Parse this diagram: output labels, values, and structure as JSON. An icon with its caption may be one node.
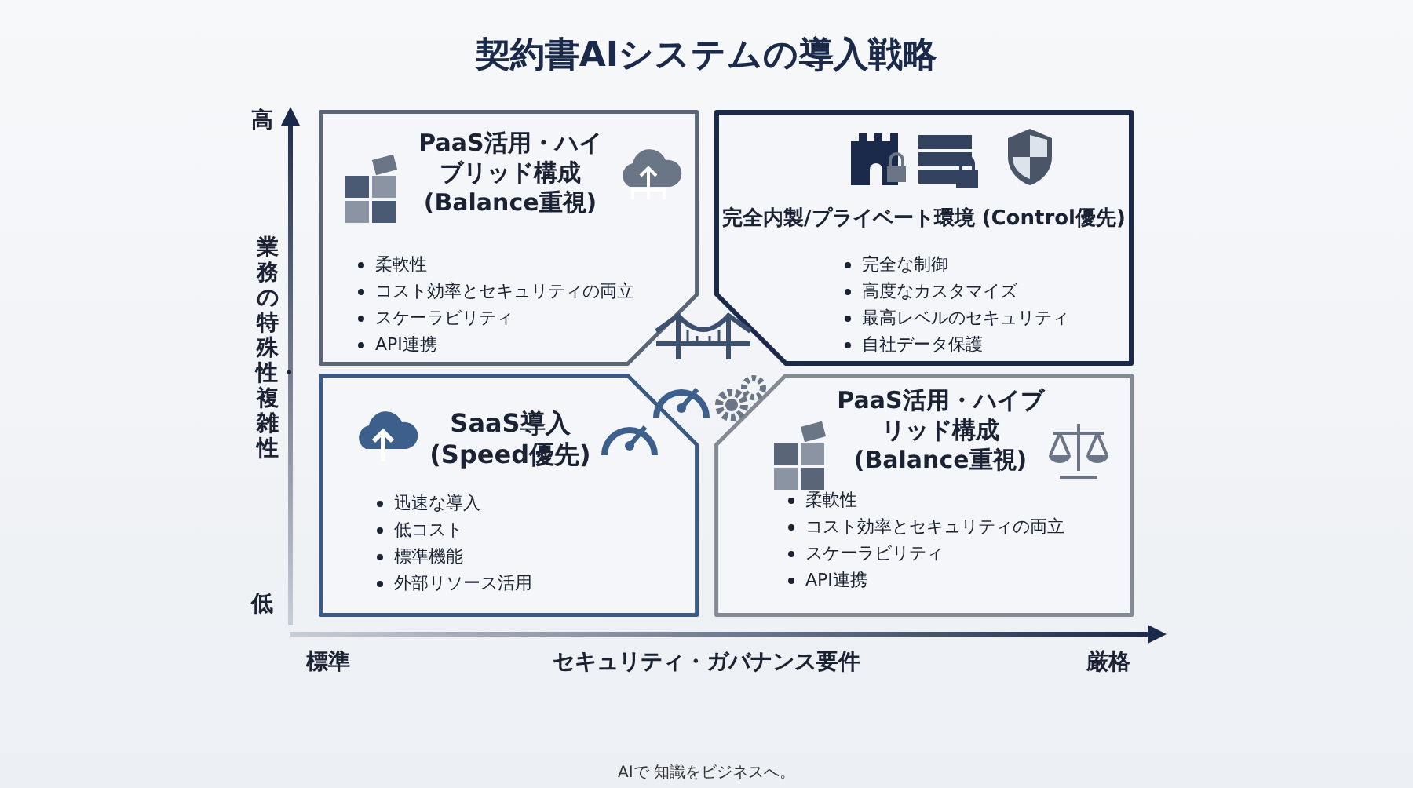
{
  "diagram": {
    "title": "契約書AIシステムの導入戦略",
    "nodes": [
      {
        "text": [
          "PaaS活用・ハイブリッド構成(Balance重視)",
          "柔軟性",
          "コスト効率とセキュリティの両立",
          "スケーラビリティ",
          "API連携"
        ]
      },
      {
        "text": [
          "完全内製/プライベート環境 (Control優先)",
          "完全な制御",
          "高度なカスタマイズ",
          "最高レベルのセキュリティ",
          "自社データ保護"
        ]
      },
      {
        "text": [
          "SaaS導入(Speed優先)",
          "迅速な導入",
          "低コスト",
          "標準機能",
          "外部リソース活用"
        ]
      },
      {
        "text": [
          "PaaS活用・ハイブリッド構成(Balance重視)",
          "柔軟性",
          "コスト効率とセキュリティの両立",
          "スケーラビリティ",
          "API連携"
        ]
      }
    ],
    "edges": [],
    "labels": [
      "高",
      "業務の特殊性・複雑性",
      "低",
      "標準",
      "セキュリティ・ガバナンス要件",
      "厳格",
      "AIで 知識をビジネスへ。"
    ]
  }
}
